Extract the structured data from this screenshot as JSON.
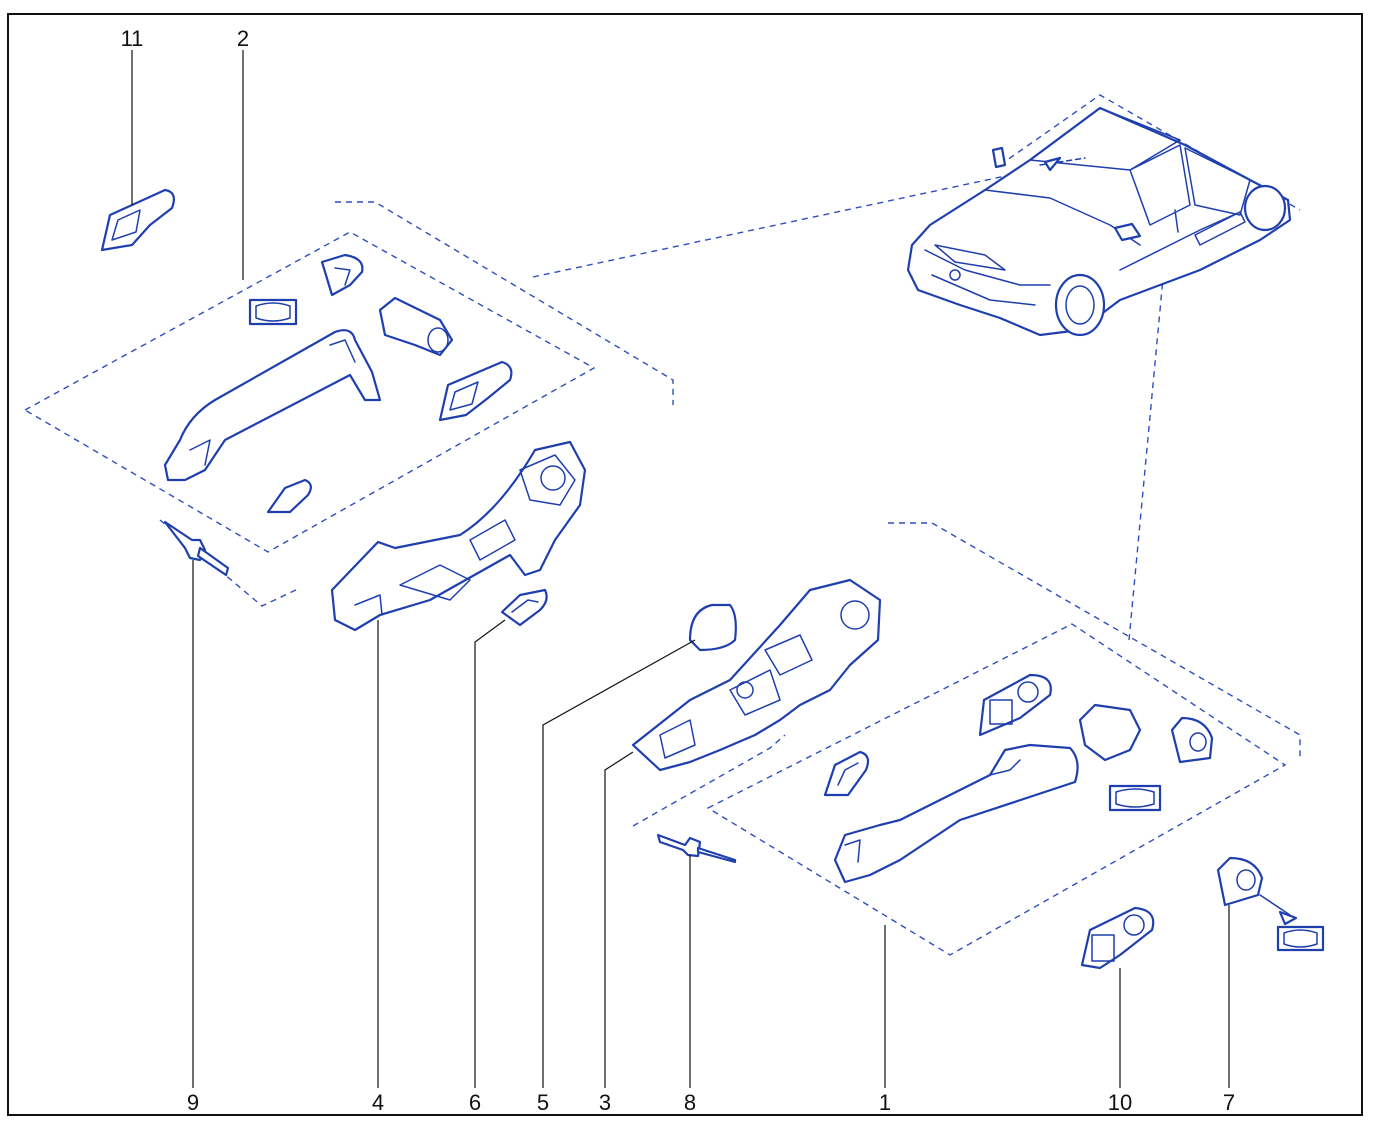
{
  "diagram": {
    "callouts": [
      {
        "id": "c11",
        "label": "11"
      },
      {
        "id": "c2",
        "label": "2"
      },
      {
        "id": "c9",
        "label": "9"
      },
      {
        "id": "c4",
        "label": "4"
      },
      {
        "id": "c6",
        "label": "6"
      },
      {
        "id": "c5",
        "label": "5"
      },
      {
        "id": "c3",
        "label": "3"
      },
      {
        "id": "c8",
        "label": "8"
      },
      {
        "id": "c1",
        "label": "1"
      },
      {
        "id": "c10",
        "label": "10"
      },
      {
        "id": "c7",
        "label": "7"
      }
    ],
    "colors": {
      "line_art": "#1f3fae",
      "dashed_guides": "#2e4fc0",
      "callout_text": "#111111",
      "border": "#111111"
    }
  }
}
